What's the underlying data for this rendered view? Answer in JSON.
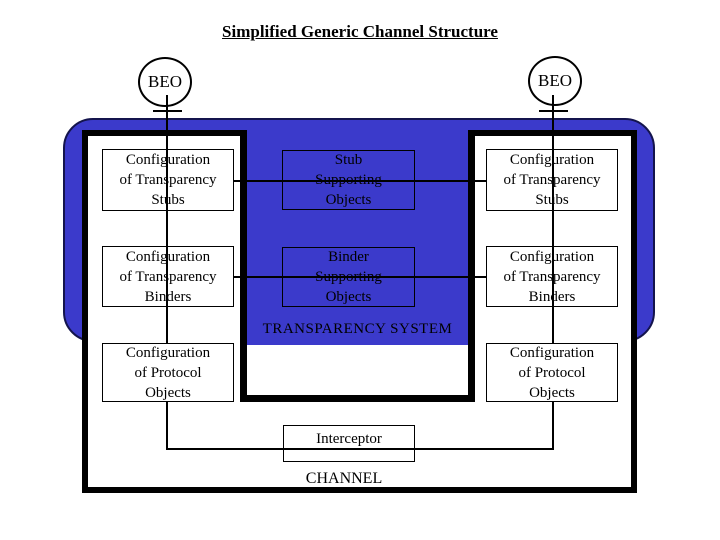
{
  "title": "Simplified Generic Channel Structure",
  "colors": {
    "system_blue": "#3b3acb",
    "system_blue_outline": "#14144d",
    "line_black": "#000000",
    "background": "#ffffff"
  },
  "beo_left": {
    "label": "BEO"
  },
  "beo_right": {
    "label": "BEO"
  },
  "boxes": {
    "left_stubs": {
      "lines": [
        "Configuration",
        "of Transparency",
        "Stubs"
      ]
    },
    "left_binders": {
      "lines": [
        "Configuration",
        "of Transparency",
        "Binders"
      ]
    },
    "left_protocol": {
      "lines": [
        "Configuration",
        "of Protocol",
        "Objects"
      ]
    },
    "mid_stub_support": {
      "lines": [
        "Stub",
        "Supporting",
        "Objects"
      ]
    },
    "mid_binder_support": {
      "lines": [
        "Binder",
        "Supporting",
        "Objects"
      ]
    },
    "right_stubs": {
      "lines": [
        "Configuration",
        "of Transparency",
        "Stubs"
      ]
    },
    "right_binders": {
      "lines": [
        "Configuration",
        "of Transparency",
        "Binders"
      ]
    },
    "right_protocol": {
      "lines": [
        "Configuration",
        "of Protocol",
        "Objects"
      ]
    },
    "interceptor": {
      "label": "Interceptor"
    }
  },
  "labels": {
    "transparency_system": "TRANSPARENCY SYSTEM",
    "channel": "CHANNEL"
  }
}
